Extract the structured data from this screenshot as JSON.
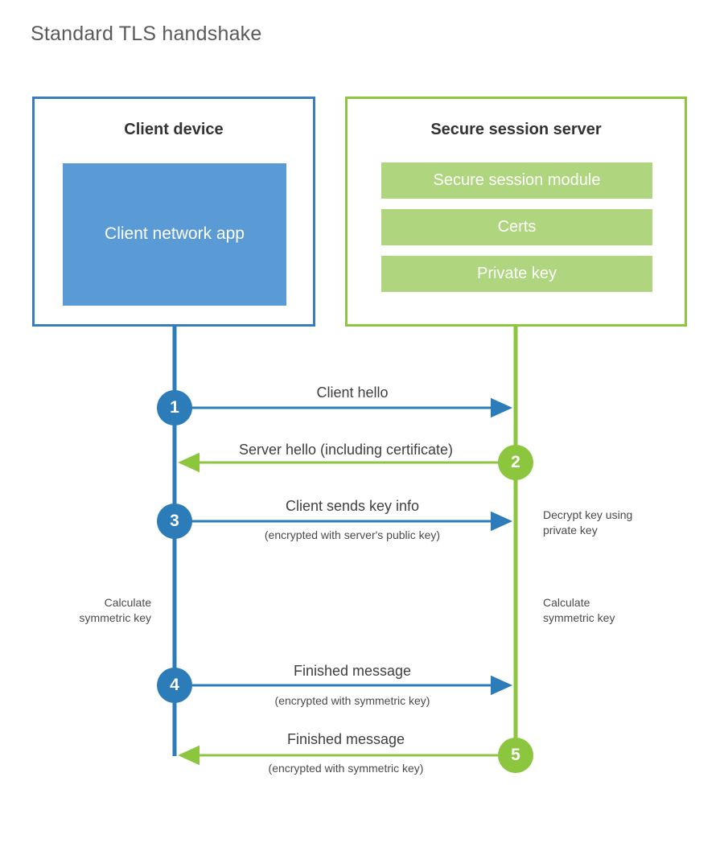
{
  "title": "Standard TLS handshake",
  "colors": {
    "client_border": "#3a7dbd",
    "client_fill": "#5b9bd5",
    "server_border": "#8cc63f",
    "server_fill": "#afd57e",
    "client_accent": "#2b7cb9",
    "server_accent": "#8cc63f",
    "title_text": "#5a5a5a",
    "body_text": "#3f3f3f",
    "background": "#ffffff"
  },
  "client": {
    "title": "Client device",
    "app_label": "Client network app"
  },
  "server": {
    "title": "Secure session server",
    "modules": [
      {
        "label": "Secure session module"
      },
      {
        "label": "Certs"
      },
      {
        "label": "Private key"
      }
    ]
  },
  "steps": [
    {
      "number": "1",
      "label": "Client hello",
      "sublabel": "",
      "direction": "client-to-server",
      "color": "#2b7cb9"
    },
    {
      "number": "2",
      "label": "Server hello (including certificate)",
      "sublabel": "",
      "direction": "server-to-client",
      "color": "#8cc63f"
    },
    {
      "number": "3",
      "label": "Client sends key info",
      "sublabel": "(encrypted with server's public key)",
      "direction": "client-to-server",
      "color": "#2b7cb9"
    },
    {
      "number": "4",
      "label": "Finished message",
      "sublabel": "(encrypted with symmetric key)",
      "direction": "client-to-server",
      "color": "#2b7cb9"
    },
    {
      "number": "5",
      "label": "Finished message",
      "sublabel": "(encrypted with symmetric key)",
      "direction": "server-to-client",
      "color": "#8cc63f"
    }
  ],
  "notes": {
    "server_decrypt": "Decrypt key using\nprivate key",
    "client_calculate": "Calculate\nsymmetric key",
    "server_calculate": "Calculate\nsymmetric key"
  }
}
